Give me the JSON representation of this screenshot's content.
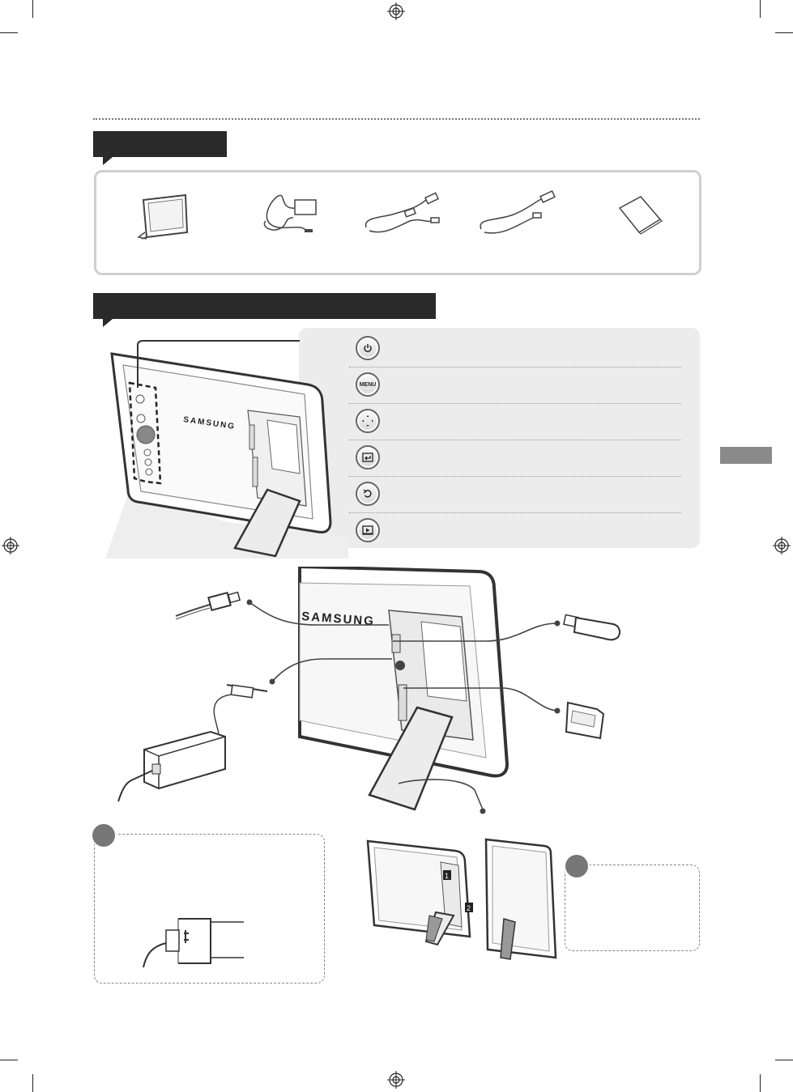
{
  "header": {
    "section_title_1": "",
    "section_title_2": ""
  },
  "brand": {
    "logo_small": "SAMSUNG",
    "logo_large": "SAMSUNG"
  },
  "buttons": [
    {
      "label": "",
      "icon": "power-icon"
    },
    {
      "label": "MENU",
      "icon": "menu-button-icon"
    },
    {
      "label": "",
      "icon": "navigation-pad-icon"
    },
    {
      "label": "",
      "icon": "enter-icon"
    },
    {
      "label": "",
      "icon": "back-icon"
    },
    {
      "label": "",
      "icon": "slideshow-icon"
    }
  ],
  "components": [
    {
      "icon": "photo-frame-icon"
    },
    {
      "icon": "power-adapter-icon"
    },
    {
      "icon": "usb-cable-mini-icon"
    },
    {
      "icon": "usb-cable-icon"
    },
    {
      "icon": "manual-icon"
    }
  ],
  "stand_markers": {
    "step_1": "1",
    "step_2": "2"
  },
  "colors": {
    "section_bar": "#2a2a2a",
    "panel_bg": "#ececec",
    "side_tab": "#8a8a8a"
  }
}
